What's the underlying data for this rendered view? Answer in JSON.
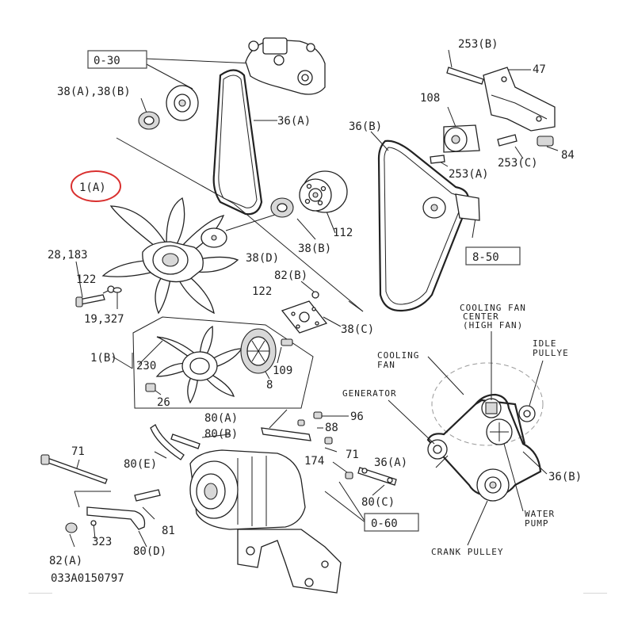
{
  "labels": {
    "l_030": "0-30",
    "l_38ab": "38(A),38(B)",
    "l_36a_top": "36(A)",
    "l_253b": "253(B)",
    "l_47": "47",
    "l_108": "108",
    "l_36b_top": "36(B)",
    "l_84": "84",
    "l_253c": "253(C)",
    "l_253a": "253(A)",
    "l_1a": "1(A)",
    "l_112": "112",
    "l_38d": "38(D)",
    "l_38b_mid": "38(B)",
    "l_850": "8-50",
    "l_28183": "28,183",
    "l_122_left": "122",
    "l_19327": "19,327",
    "l_82b": "82(B)",
    "l_122_mid": "122",
    "l_38c": "38(C)",
    "l_cfc1": "COOLING FAN",
    "l_cfc2": "CENTER",
    "l_cfc3": "(HIGH FAN)",
    "l_idle1": "IDLE",
    "l_idle2": "PULLYE",
    "l_cf1": "COOLING",
    "l_cf2": "FAN",
    "l_1b": "1(B)",
    "l_230": "230",
    "l_109": "109",
    "l_8": "8",
    "l_26": "26",
    "l_generator": "GENERATOR",
    "l_80a": "80(A)",
    "l_96": "96",
    "l_80b": "80(B)",
    "l_88": "88",
    "l_71_left": "71",
    "l_80e": "80(E)",
    "l_174": "174",
    "l_71_mid": "71",
    "l_36a_bot": "36(A)",
    "l_36b_bot": "36(B)",
    "l_80c": "80(C)",
    "l_81": "81",
    "l_323": "323",
    "l_82a": "82(A)",
    "l_80d": "80(D)",
    "l_060": "0-60",
    "l_wp1": "WATER",
    "l_wp2": "PUMP",
    "l_crank": "CRANK PULLEY",
    "l_code": "033A0150797"
  },
  "highlight": {
    "target": "1(A)",
    "color": "#d9302f"
  }
}
